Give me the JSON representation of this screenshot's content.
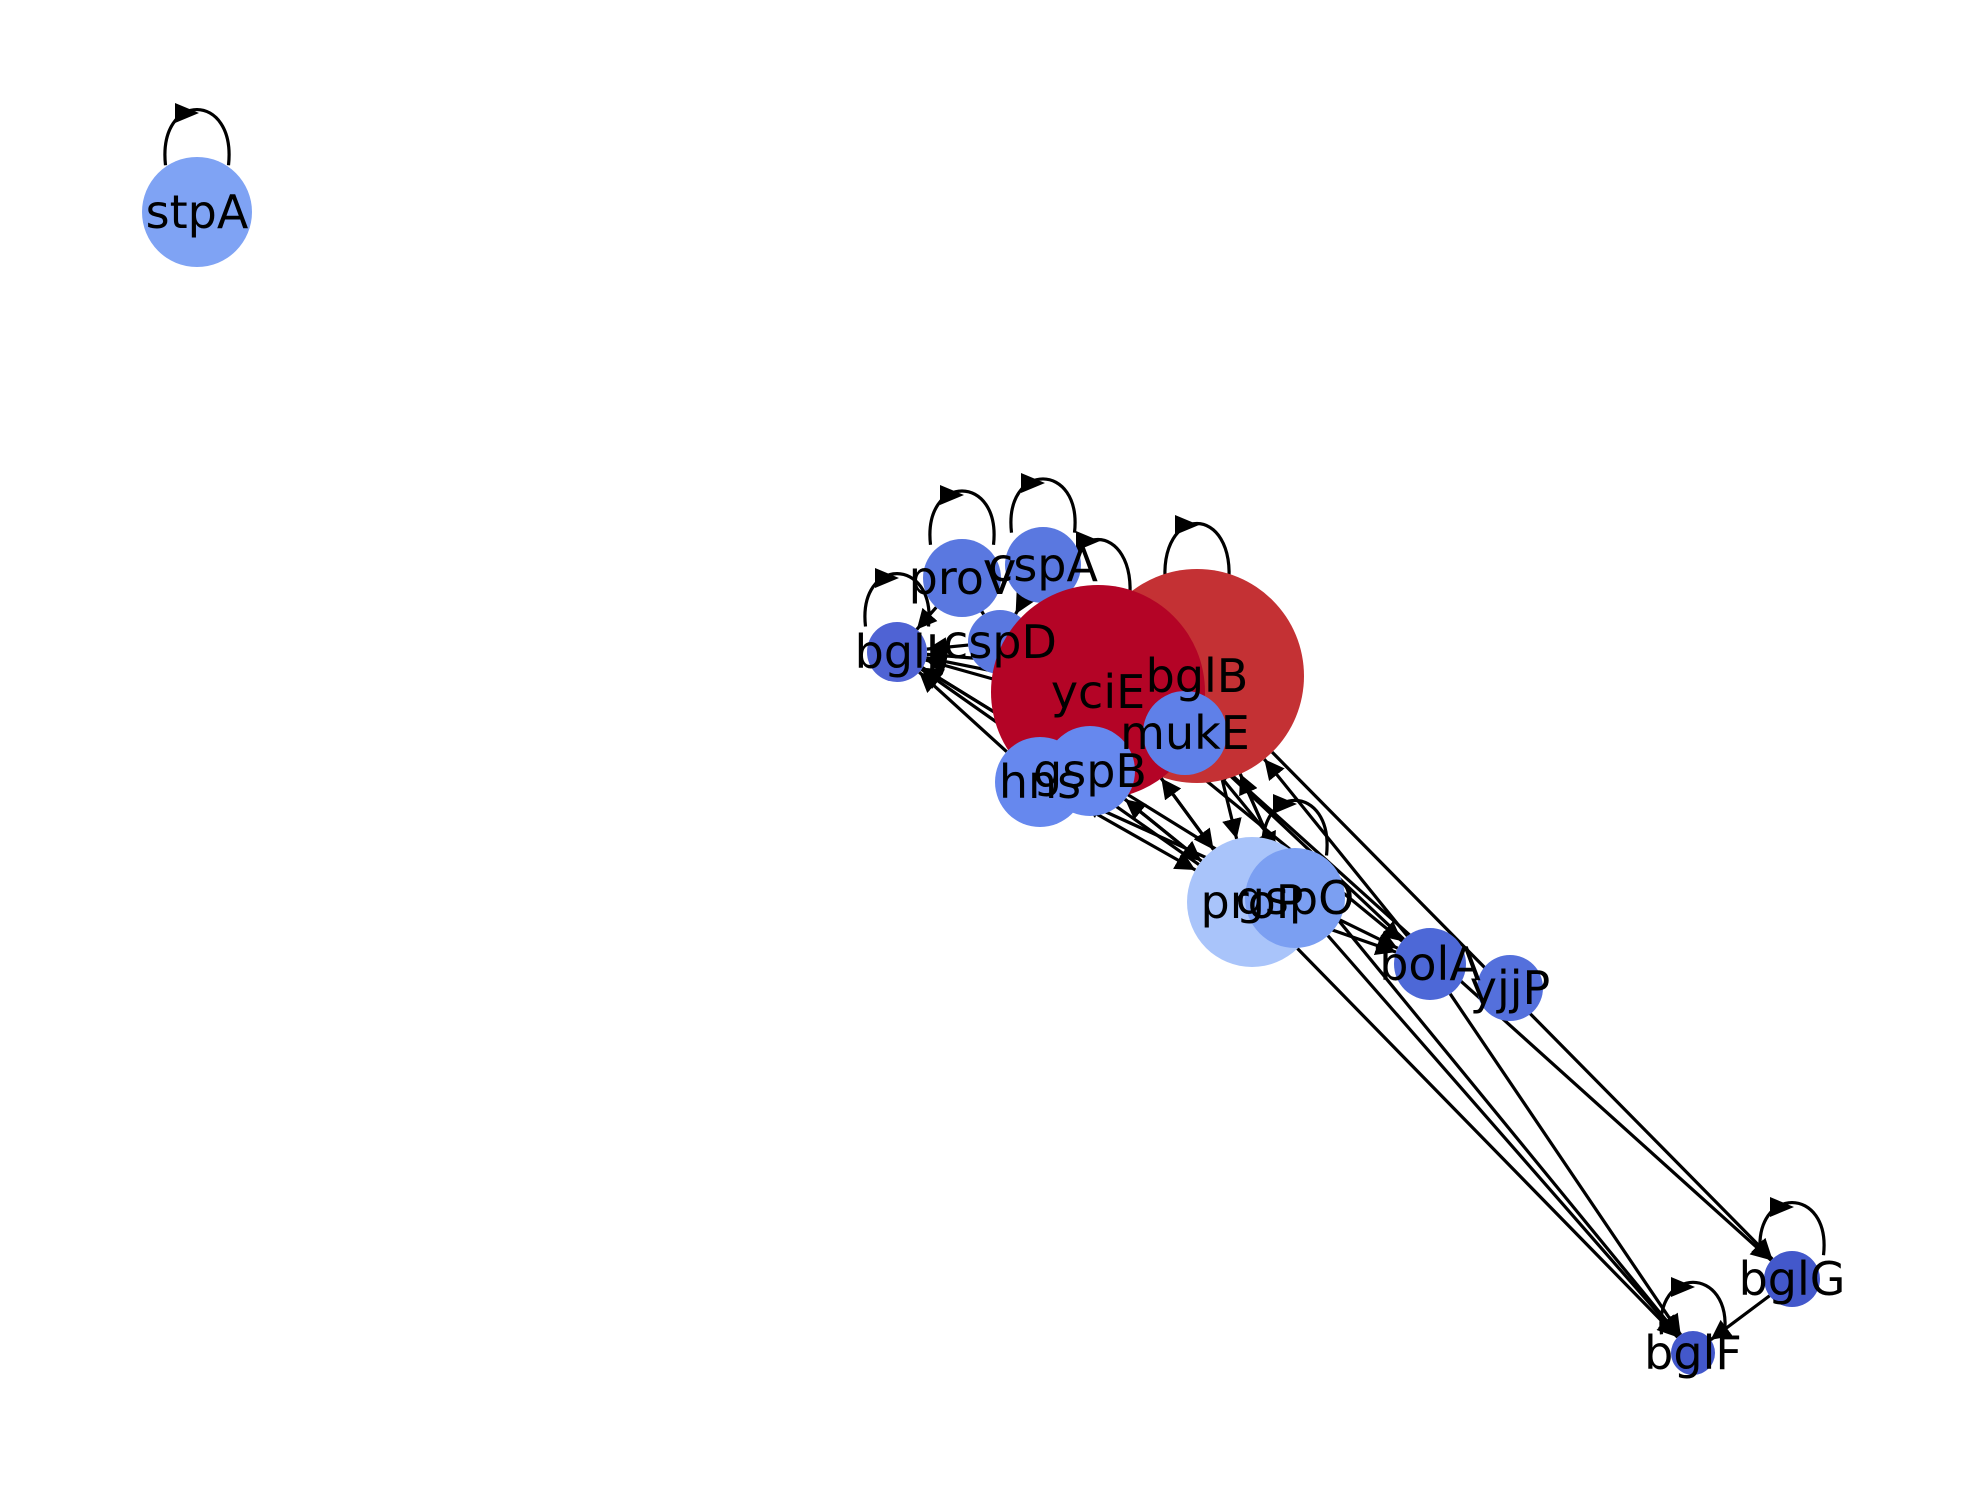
{
  "nodes": [
    {
      "id": "stpA",
      "label": "stpA",
      "color": "#7fa3f4"
    },
    {
      "id": "proV",
      "label": "proV",
      "color": "#5a78e0"
    },
    {
      "id": "cspA",
      "label": "cspA",
      "color": "#5a78e0"
    },
    {
      "id": "bglJ",
      "label": "bglJ",
      "color": "#4f63d4"
    },
    {
      "id": "cspD",
      "label": "cspD",
      "color": "#5a78e0"
    },
    {
      "id": "bglB",
      "label": "bglB",
      "color": "#c43134"
    },
    {
      "id": "yciE",
      "label": "yciE",
      "color": "#b40426"
    },
    {
      "id": "mukE",
      "label": "mukE",
      "color": "#5f80e8"
    },
    {
      "id": "hns",
      "label": "hns",
      "color": "#6688ee"
    },
    {
      "id": "gspB",
      "label": "gspB",
      "color": "#6688ee"
    },
    {
      "id": "proP",
      "label": "proP",
      "color": "#a9c4fa"
    },
    {
      "id": "gspO",
      "label": "gspO",
      "color": "#7b9ff2"
    },
    {
      "id": "bolA",
      "label": "bolA",
      "color": "#4d68d7"
    },
    {
      "id": "yjjP",
      "label": "yjjP",
      "color": "#5470dc"
    },
    {
      "id": "bglG",
      "label": "bglG",
      "color": "#4358cb"
    },
    {
      "id": "bglF",
      "label": "bglF",
      "color": "#4358cb"
    }
  ],
  "edges": [
    [
      "yciE",
      "bglJ"
    ],
    [
      "bglB",
      "bglJ"
    ],
    [
      "cspD",
      "bglJ"
    ],
    [
      "proV",
      "bglJ"
    ],
    [
      "cspA",
      "cspD"
    ],
    [
      "proV",
      "cspD"
    ],
    [
      "hns",
      "bglJ"
    ],
    [
      "gspB",
      "bglJ"
    ],
    [
      "mukE",
      "bglJ"
    ],
    [
      "proP",
      "bglJ"
    ],
    [
      "gspO",
      "bglJ"
    ],
    [
      "yciE",
      "proP"
    ],
    [
      "gspB",
      "proP"
    ],
    [
      "hns",
      "proP"
    ],
    [
      "bglB",
      "proP"
    ],
    [
      "proP",
      "yciE"
    ],
    [
      "gspO",
      "bglB"
    ],
    [
      "bolA",
      "bglB"
    ],
    [
      "bolA",
      "mukE"
    ],
    [
      "proP",
      "gspB"
    ],
    [
      "gspO",
      "hns"
    ],
    [
      "proP",
      "bolA"
    ],
    [
      "gspO",
      "bolA"
    ],
    [
      "yciE",
      "bolA"
    ],
    [
      "proP",
      "bglF"
    ],
    [
      "gspO",
      "bglF"
    ],
    [
      "mukE",
      "bglF"
    ],
    [
      "bolA",
      "bglF"
    ],
    [
      "bglB",
      "bglG"
    ],
    [
      "mukE",
      "bglG"
    ],
    [
      "bglG",
      "bglF"
    ],
    [
      "yciE",
      "cspD"
    ],
    [
      "bglB",
      "gspO"
    ]
  ],
  "self_loops": [
    "stpA",
    "proV",
    "cspA",
    "bglJ",
    "bglB",
    "yciE",
    "gspO",
    "bglG",
    "bglF"
  ]
}
